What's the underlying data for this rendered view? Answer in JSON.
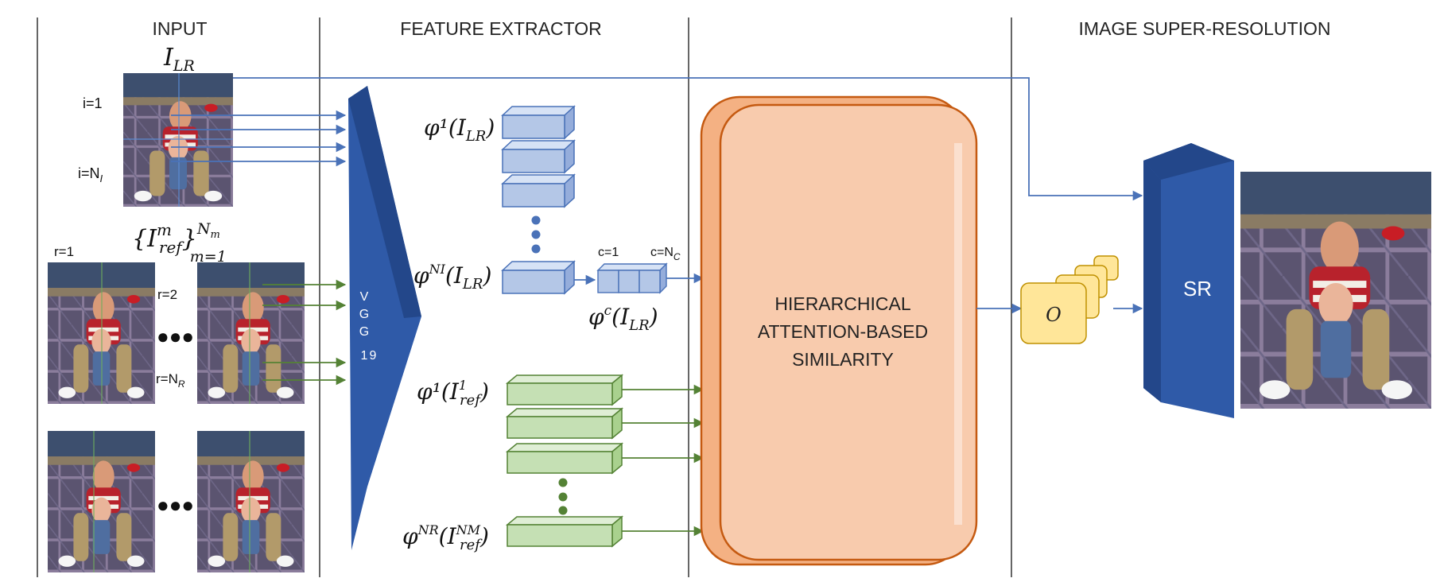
{
  "sections": {
    "input": "INPUT",
    "feature_extractor": "FEATURE EXTRACTOR",
    "image_sr": "IMAGE SUPER-RESOLUTION"
  },
  "input": {
    "lr_label_main": "I",
    "lr_label_sub": "LR",
    "i_first": "i=1",
    "i_last_main": "i=N",
    "i_last_sub": "I",
    "ref_set_label": "{I",
    "ref_set_sup": "m",
    "ref_set_sub": "ref",
    "ref_set_outer_sup": "N",
    "ref_set_outer_sup_sub": "m",
    "ref_set_outer_sub": "m=1",
    "r_first": "r=1",
    "r_second": "r=2",
    "r_last_main": "r=N",
    "r_last_sub": "R",
    "ellipsis": "●●●"
  },
  "vgg": {
    "chars": [
      "V",
      "G",
      "G",
      "1",
      "9"
    ]
  },
  "features": {
    "phi1_lr": "φ¹(I",
    "phi1_lr_sub": "LR",
    "phiN_lr": "φ",
    "phiN_lr_sup": "NI",
    "phiN_lr_rest": "(I",
    "phiN_lr_sub": "LR",
    "c_first": "c=1",
    "c_last": "c=N",
    "c_last_sub": "C",
    "phic_lr": "φ",
    "phic_lr_sup": "c",
    "phic_lr_rest": "(I",
    "phic_lr_sub": "LR",
    "phi1_ref": "φ¹(I",
    "phi1_ref_sup": "1",
    "phi1_ref_sub": "ref",
    "phiN_ref": "φ",
    "phiN_ref_sup": "NR",
    "phiN_ref_rest": "(I",
    "phiN_ref_sup2": "NM",
    "phiN_ref_sub": "ref"
  },
  "attention": {
    "line1": "HIERARCHICAL",
    "line2": "ATTENTION-BASED",
    "line3": "SIMILARITY"
  },
  "output": {
    "o_label": "O",
    "sr_label": "SR"
  },
  "colors": {
    "blue_arrow": "#4a72b8",
    "green_arrow": "#548235",
    "vgg_fill": "#2f5aa8",
    "blue_box": "#b4c7e7",
    "green_box": "#c5e0b4",
    "orange_fill": "#f8cbad",
    "orange_stroke": "#c55a11",
    "yellow_box": "#ffe699"
  }
}
